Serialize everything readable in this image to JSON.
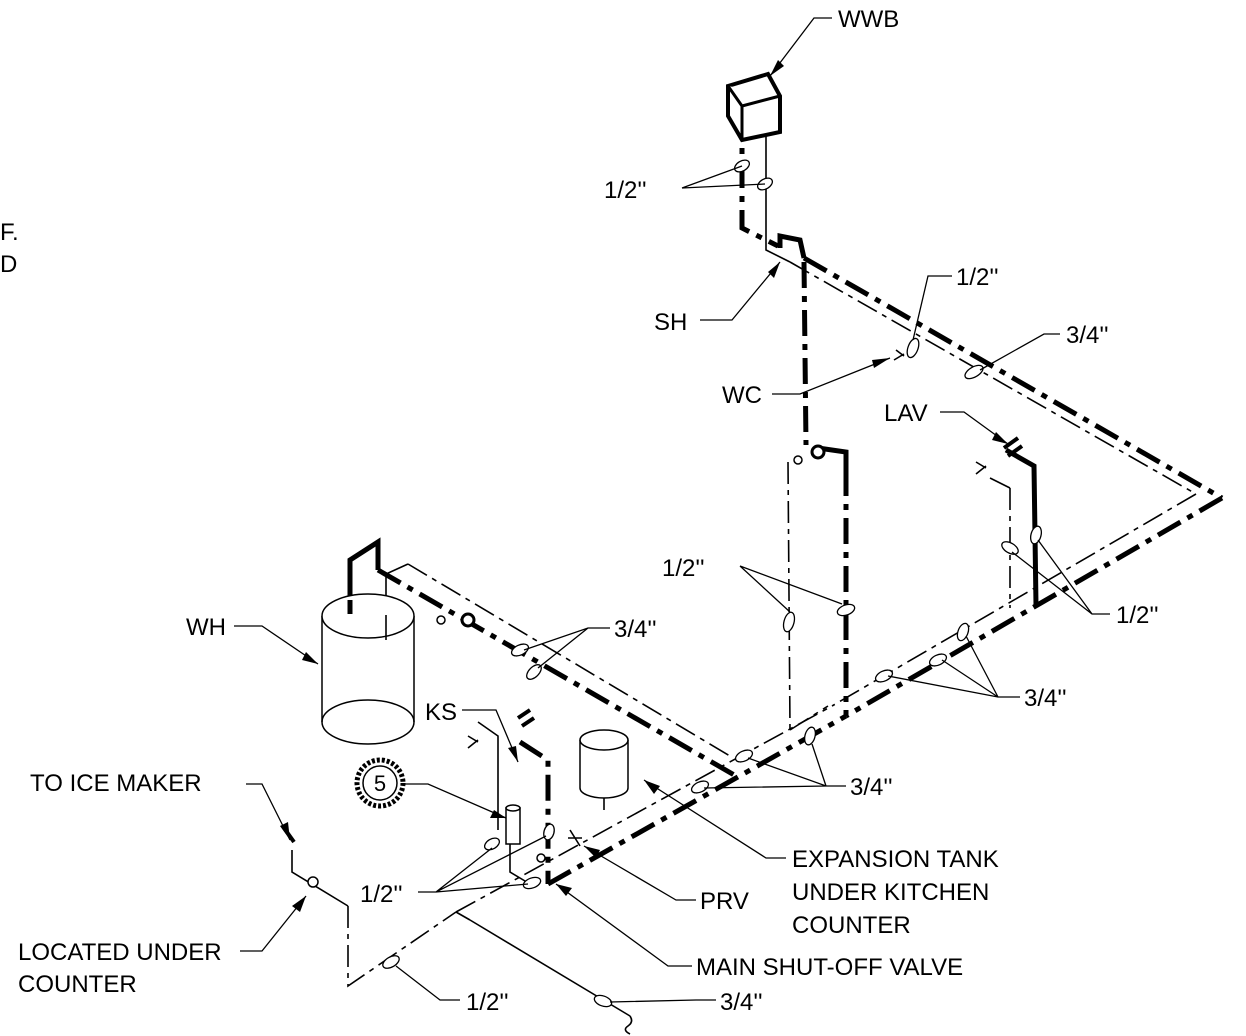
{
  "labels": {
    "wwb": "WWB",
    "sh": "SH",
    "wc": "WC",
    "lav": "LAV",
    "wh": "WH",
    "ks": "KS",
    "prv": "PRV",
    "to_ice_maker": "TO ICE MAKER",
    "located_under_1": "LOCATED UNDER",
    "located_under_2": "COUNTER",
    "expansion_tank_1": "EXPANSION TANK",
    "expansion_tank_2": "UNDER KITCHEN",
    "expansion_tank_3": "COUNTER",
    "main_shutoff": "MAIN SHUT-OFF VALVE",
    "detail_number": "5",
    "edge_fragment_1": "F.",
    "edge_fragment_2": "D"
  },
  "sizes": {
    "wwb_branch": "1/2''",
    "wc_branch": "1/2''",
    "upper_main": "3/4''",
    "riser_branch": "1/2''",
    "lav_branch": "1/2''",
    "wh_main": "3/4''",
    "right_main": "3/4''",
    "center_main": "3/4''",
    "ks_branch": "1/2''",
    "ice_maker_branch": "1/2''",
    "service_main": "3/4''"
  }
}
